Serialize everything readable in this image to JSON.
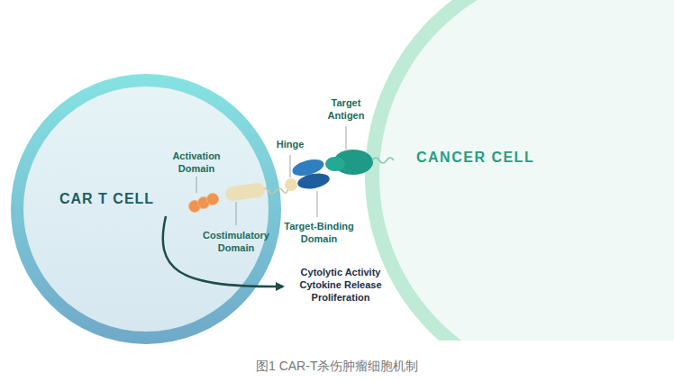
{
  "diagram": {
    "caption": "图1 CAR-T杀伤肿瘤细胞机制",
    "nodes": [
      {
        "text": [
          "CAR T CELL"
        ]
      },
      {
        "text": [
          "CANCER CELL"
        ]
      }
    ],
    "labels": [
      "Activation Domain",
      "Costimulatory Domain",
      "Hinge",
      "Target Antigen",
      "Target-Binding Domain",
      "Cytolytic Activity Cytokine Release Proliferation"
    ]
  }
}
